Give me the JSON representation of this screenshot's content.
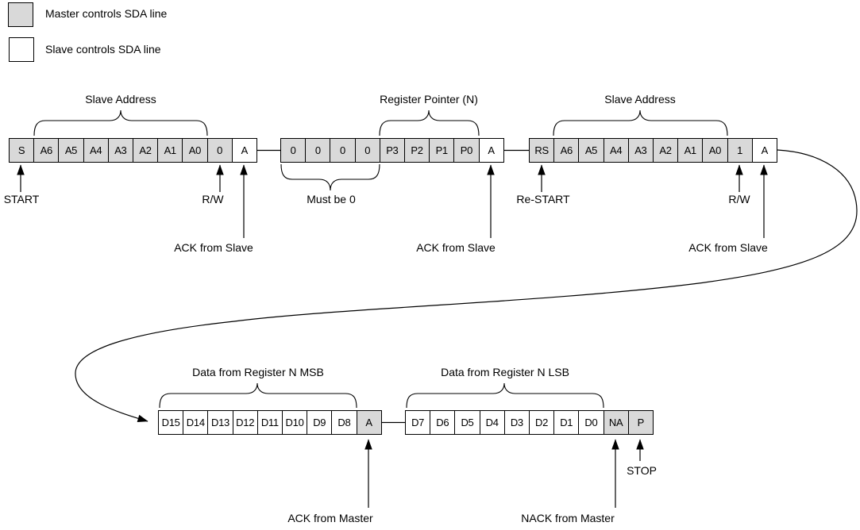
{
  "colors": {
    "master_fill": "#d9d9d9",
    "slave_fill": "#ffffff",
    "line": "#000000"
  },
  "legend": [
    {
      "swatch": "master",
      "label": "Master controls SDA line"
    },
    {
      "swatch": "slave",
      "label": "Slave controls SDA line"
    }
  ],
  "groups": {
    "g1": {
      "cells": [
        {
          "t": "S",
          "m": true
        },
        {
          "t": "A6",
          "m": true
        },
        {
          "t": "A5",
          "m": true
        },
        {
          "t": "A4",
          "m": true
        },
        {
          "t": "A3",
          "m": true
        },
        {
          "t": "A2",
          "m": true
        },
        {
          "t": "A1",
          "m": true
        },
        {
          "t": "A0",
          "m": true
        },
        {
          "t": "0",
          "m": true
        },
        {
          "t": "A",
          "m": false
        }
      ]
    },
    "g2": {
      "cells": [
        {
          "t": "0",
          "m": true
        },
        {
          "t": "0",
          "m": true
        },
        {
          "t": "0",
          "m": true
        },
        {
          "t": "0",
          "m": true
        },
        {
          "t": "P3",
          "m": true
        },
        {
          "t": "P2",
          "m": true
        },
        {
          "t": "P1",
          "m": true
        },
        {
          "t": "P0",
          "m": true
        },
        {
          "t": "A",
          "m": false
        }
      ]
    },
    "g3": {
      "cells": [
        {
          "t": "RS",
          "m": true
        },
        {
          "t": "A6",
          "m": true
        },
        {
          "t": "A5",
          "m": true
        },
        {
          "t": "A4",
          "m": true
        },
        {
          "t": "A3",
          "m": true
        },
        {
          "t": "A2",
          "m": true
        },
        {
          "t": "A1",
          "m": true
        },
        {
          "t": "A0",
          "m": true
        },
        {
          "t": "1",
          "m": true
        },
        {
          "t": "A",
          "m": false
        }
      ]
    },
    "g4": {
      "cells": [
        {
          "t": "D15",
          "m": false
        },
        {
          "t": "D14",
          "m": false
        },
        {
          "t": "D13",
          "m": false
        },
        {
          "t": "D12",
          "m": false
        },
        {
          "t": "D11",
          "m": false
        },
        {
          "t": "D10",
          "m": false
        },
        {
          "t": "D9",
          "m": false
        },
        {
          "t": "D8",
          "m": false
        },
        {
          "t": "A",
          "m": true
        }
      ]
    },
    "g5": {
      "cells": [
        {
          "t": "D7",
          "m": false
        },
        {
          "t": "D6",
          "m": false
        },
        {
          "t": "D5",
          "m": false
        },
        {
          "t": "D4",
          "m": false
        },
        {
          "t": "D3",
          "m": false
        },
        {
          "t": "D2",
          "m": false
        },
        {
          "t": "D1",
          "m": false
        },
        {
          "t": "D0",
          "m": false
        },
        {
          "t": "NA",
          "m": true
        },
        {
          "t": "P",
          "m": true
        }
      ]
    }
  },
  "labels": {
    "slave_address_1": "Slave Address",
    "register_pointer": "Register Pointer (N)",
    "slave_address_2": "Slave Address",
    "must_be_0": "Must be 0",
    "start": "START",
    "rw_1": "R/W",
    "re_start": "Re-START",
    "rw_2": "R/W",
    "ack_slave_1": "ACK from Slave",
    "ack_slave_2": "ACK from Slave",
    "ack_slave_3": "ACK from Slave",
    "data_msb": "Data from Register N MSB",
    "data_lsb": "Data from Register N LSB",
    "ack_master": "ACK from Master",
    "nack_master": "NACK from Master",
    "stop": "STOP"
  }
}
